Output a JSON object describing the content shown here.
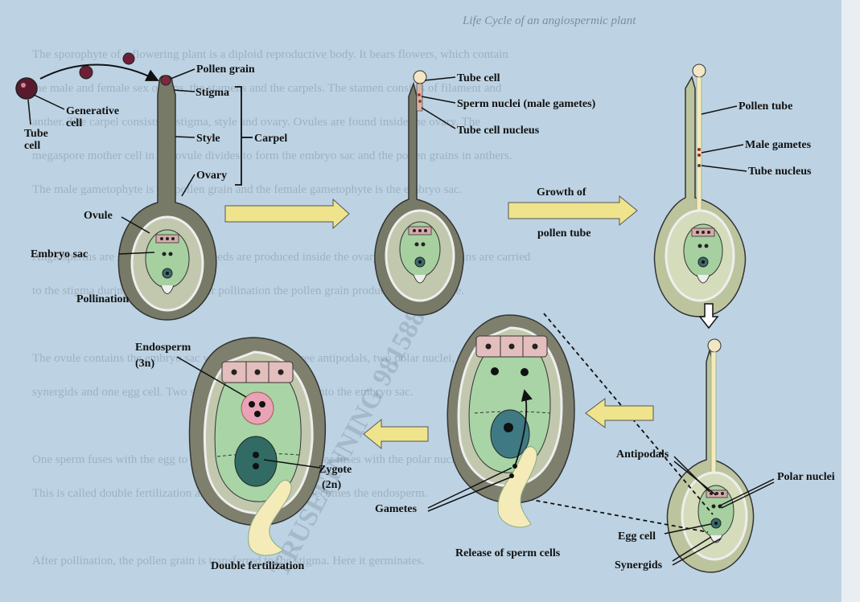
{
  "page_header": {
    "title_fragment": "Life Cycle of an angiospermic plant"
  },
  "background_text": [
    "The sporophyte of a flowering plant is a diploid reproductive body. It bears flowers, which contain",
    "the male and female sex organs, the stamens and the carpels. The stamen consists of filament and",
    "anther. The carpel consists of stigma, style and ovary. Ovules are found inside the ovary. The",
    "megaspore mother cell in the ovule divides to form the embryo sac and the pollen grains in anthers.",
    "The male gametophyte is the pollen grain and the female gametophyte is the embryo sac.",
    "",
    "Angiosperms are seed plants whose seeds are produced inside the ovary. Their pollen grains are carried",
    "to the stigma during pollination. After pollination the pollen grain produces a pollen tube.",
    "",
    "The ovule contains the embryo sac with eight nuclei: three antipodals, two polar nuclei, two",
    "synergids and one egg cell. Two sperm nuclei are released into the embryo sac.",
    "",
    "One sperm fuses with the egg to form the zygote and the other fuses with the polar nuclei.",
    "This is called double fertilization and the resulting tissue becomes the endosperm.",
    "",
    "After pollination, the pollen grain is transferred to the stigma. Here it germinates."
  ],
  "watermark": "TRUSEFINNING 9815886",
  "stage1": {
    "pollen_grain": "Pollen grain",
    "generative_cell": "Generative cell",
    "tube_cell": "Tube cell",
    "stigma": "Stigma",
    "style": "Style",
    "ovary": "Ovary",
    "carpel": "Carpel",
    "ovule": "Ovule",
    "embryo_sac": "Embryo sac",
    "caption": "Pollination"
  },
  "stage2": {
    "tube_cell": "Tube cell",
    "sperm_nuclei": "Sperm nuclei (male gametes)",
    "tube_cell_nucleus": "Tube cell nucleus"
  },
  "arrow_growth": {
    "line1": "Growth of",
    "line2": "pollen tube"
  },
  "stage3": {
    "pollen_tube": "Pollen tube",
    "male_gametes": "Male gametes",
    "tube_nucleus": "Tube nucleus"
  },
  "stage4": {
    "antipodals": "Antipodals",
    "polar_nuclei": "Polar nuclei",
    "egg_cell": "Egg cell",
    "synergids": "Synergids"
  },
  "stage5": {
    "gametes": "Gametes",
    "caption": "Release of sperm cells"
  },
  "stage6": {
    "endosperm": "Endosperm",
    "endosperm_ploidy": "(3n)",
    "zygote": "Zygote",
    "zygote_ploidy": "(2n)",
    "caption": "Double fertilization"
  },
  "colors": {
    "carpel_wall": "#7d7f6c",
    "carpel_inner": "#b8bfa3",
    "sac": "#a9d2a2",
    "arrow": "#f1e68e",
    "tube": "#f5ebb8"
  }
}
